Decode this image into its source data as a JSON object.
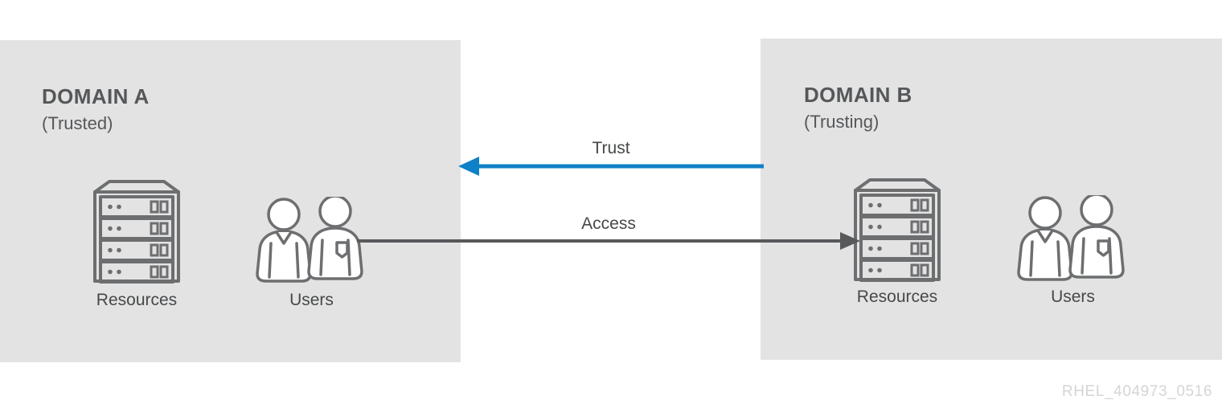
{
  "diagram": {
    "footer_code": "RHEL_404973_0516",
    "panel_color": "#e3e3e3",
    "background_color": "#ffffff",
    "icon_stroke_color": "#6d6e70",
    "text_color": "#46484a",
    "heading_color": "#555759"
  },
  "domain_a": {
    "title": "DOMAIN A",
    "subtitle": "(Trusted)",
    "resources_label": "Resources",
    "users_label": "Users",
    "resources_icon": "server-rack-icon",
    "users_icon": "two-users-icon",
    "server_slots": 4
  },
  "domain_b": {
    "title": "DOMAIN B",
    "subtitle": "(Trusting)",
    "resources_label": "Resources",
    "users_label": "Users",
    "resources_icon": "server-rack-icon",
    "users_icon": "two-users-icon",
    "server_slots": 4
  },
  "connectors": {
    "trust": {
      "label": "Trust",
      "direction": "right-to-left",
      "from": "DOMAIN B",
      "to": "DOMAIN A",
      "color": "#0f81c7",
      "arrow_icon": "arrow-left-icon"
    },
    "access": {
      "label": "Access",
      "direction": "left-to-right",
      "from": "DOMAIN A Users",
      "to": "DOMAIN B Resources",
      "color": "#58595b",
      "arrow_icon": "arrow-right-icon"
    }
  }
}
